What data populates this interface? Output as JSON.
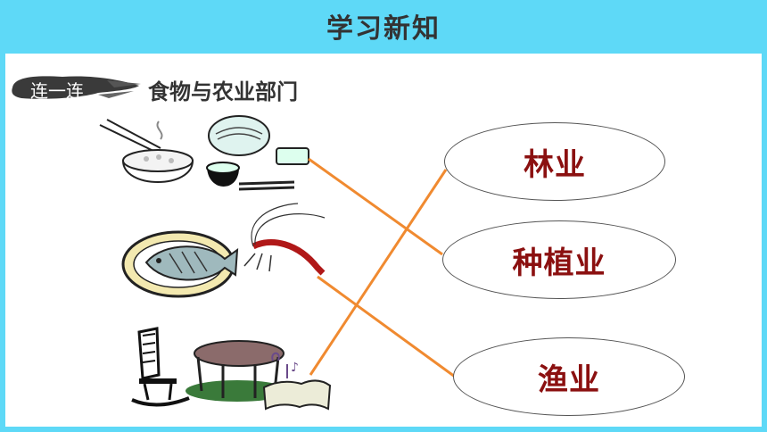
{
  "header": {
    "title": "学习新知"
  },
  "badge": {
    "label": "连一连"
  },
  "subtitle": "食物与农业部门",
  "options": [
    {
      "label": "林业"
    },
    {
      "label": "种植业"
    },
    {
      "label": "渔业"
    }
  ],
  "icons": [
    "rice-bowl-noodles-icon",
    "fish-shrimp-icon",
    "furniture-book-icon"
  ],
  "colors": {
    "background": "#5ed9f7",
    "line": "#f08a30",
    "option_text": "#8b1010"
  }
}
